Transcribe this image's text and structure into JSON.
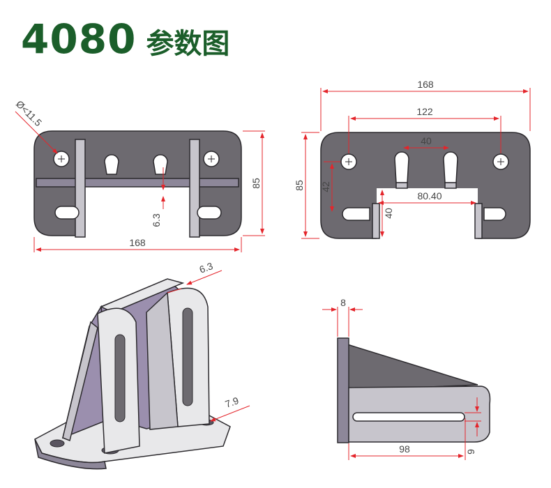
{
  "title": {
    "model": "4080",
    "label": "参数图"
  },
  "front_view": {
    "hole_label": "Ø<11.5",
    "width": "168",
    "height": "85",
    "thickness": "6.3"
  },
  "top_view": {
    "overall": "168",
    "hole_spacing": "122",
    "slot_spacing": "40",
    "height": "85",
    "slot_depth": "42",
    "channel_width": "80.40",
    "channel_depth": "40"
  },
  "iso_view": {
    "wall": "6.3",
    "base": "7.9"
  },
  "side_view": {
    "thickness": "8",
    "length": "98",
    "slot": "9"
  },
  "colors": {
    "title": "#1b5e2a",
    "dimension": "#e4252b",
    "part": "#6d6a70"
  }
}
